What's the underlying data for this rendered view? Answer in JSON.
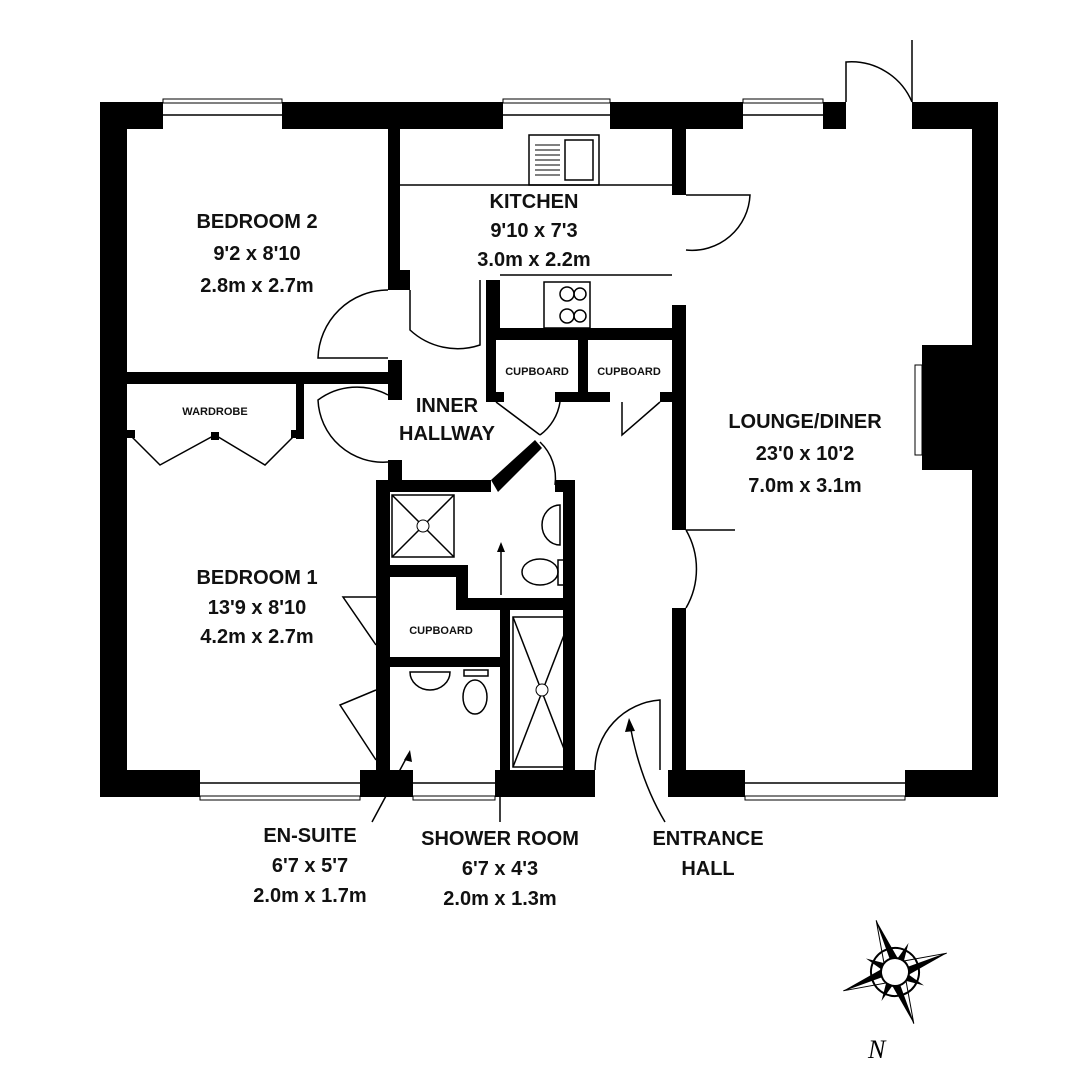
{
  "rooms": {
    "bedroom2": {
      "name": "BEDROOM 2",
      "imperial": "9'2 x 8'10",
      "metric": "2.8m x 2.7m"
    },
    "kitchen": {
      "name": "KITCHEN",
      "imperial": "9'10 x 7'3",
      "metric": "3.0m x 2.2m"
    },
    "lounge": {
      "name": "LOUNGE/DINER",
      "imperial": "23'0 x 10'2",
      "metric": "7.0m x 3.1m"
    },
    "inner_hallway": {
      "name1": "INNER",
      "name2": "HALLWAY"
    },
    "bedroom1": {
      "name": "BEDROOM 1",
      "imperial": "13'9 x 8'10",
      "metric": "4.2m x 2.7m"
    },
    "ensuite": {
      "name": "EN-SUITE",
      "imperial": "6'7 x 5'7",
      "metric": "2.0m x 1.7m"
    },
    "shower_room": {
      "name": "SHOWER ROOM",
      "imperial": "6'7 x 4'3",
      "metric": "2.0m x 1.3m"
    },
    "entrance_hall": {
      "name1": "ENTRANCE",
      "name2": "HALL"
    }
  },
  "fixtures": {
    "wardrobe": "WARDROBE",
    "cupboard1": "CUPBOARD",
    "cupboard2": "CUPBOARD",
    "cupboard3": "CUPBOARD"
  },
  "compass": {
    "north_label": "N"
  }
}
